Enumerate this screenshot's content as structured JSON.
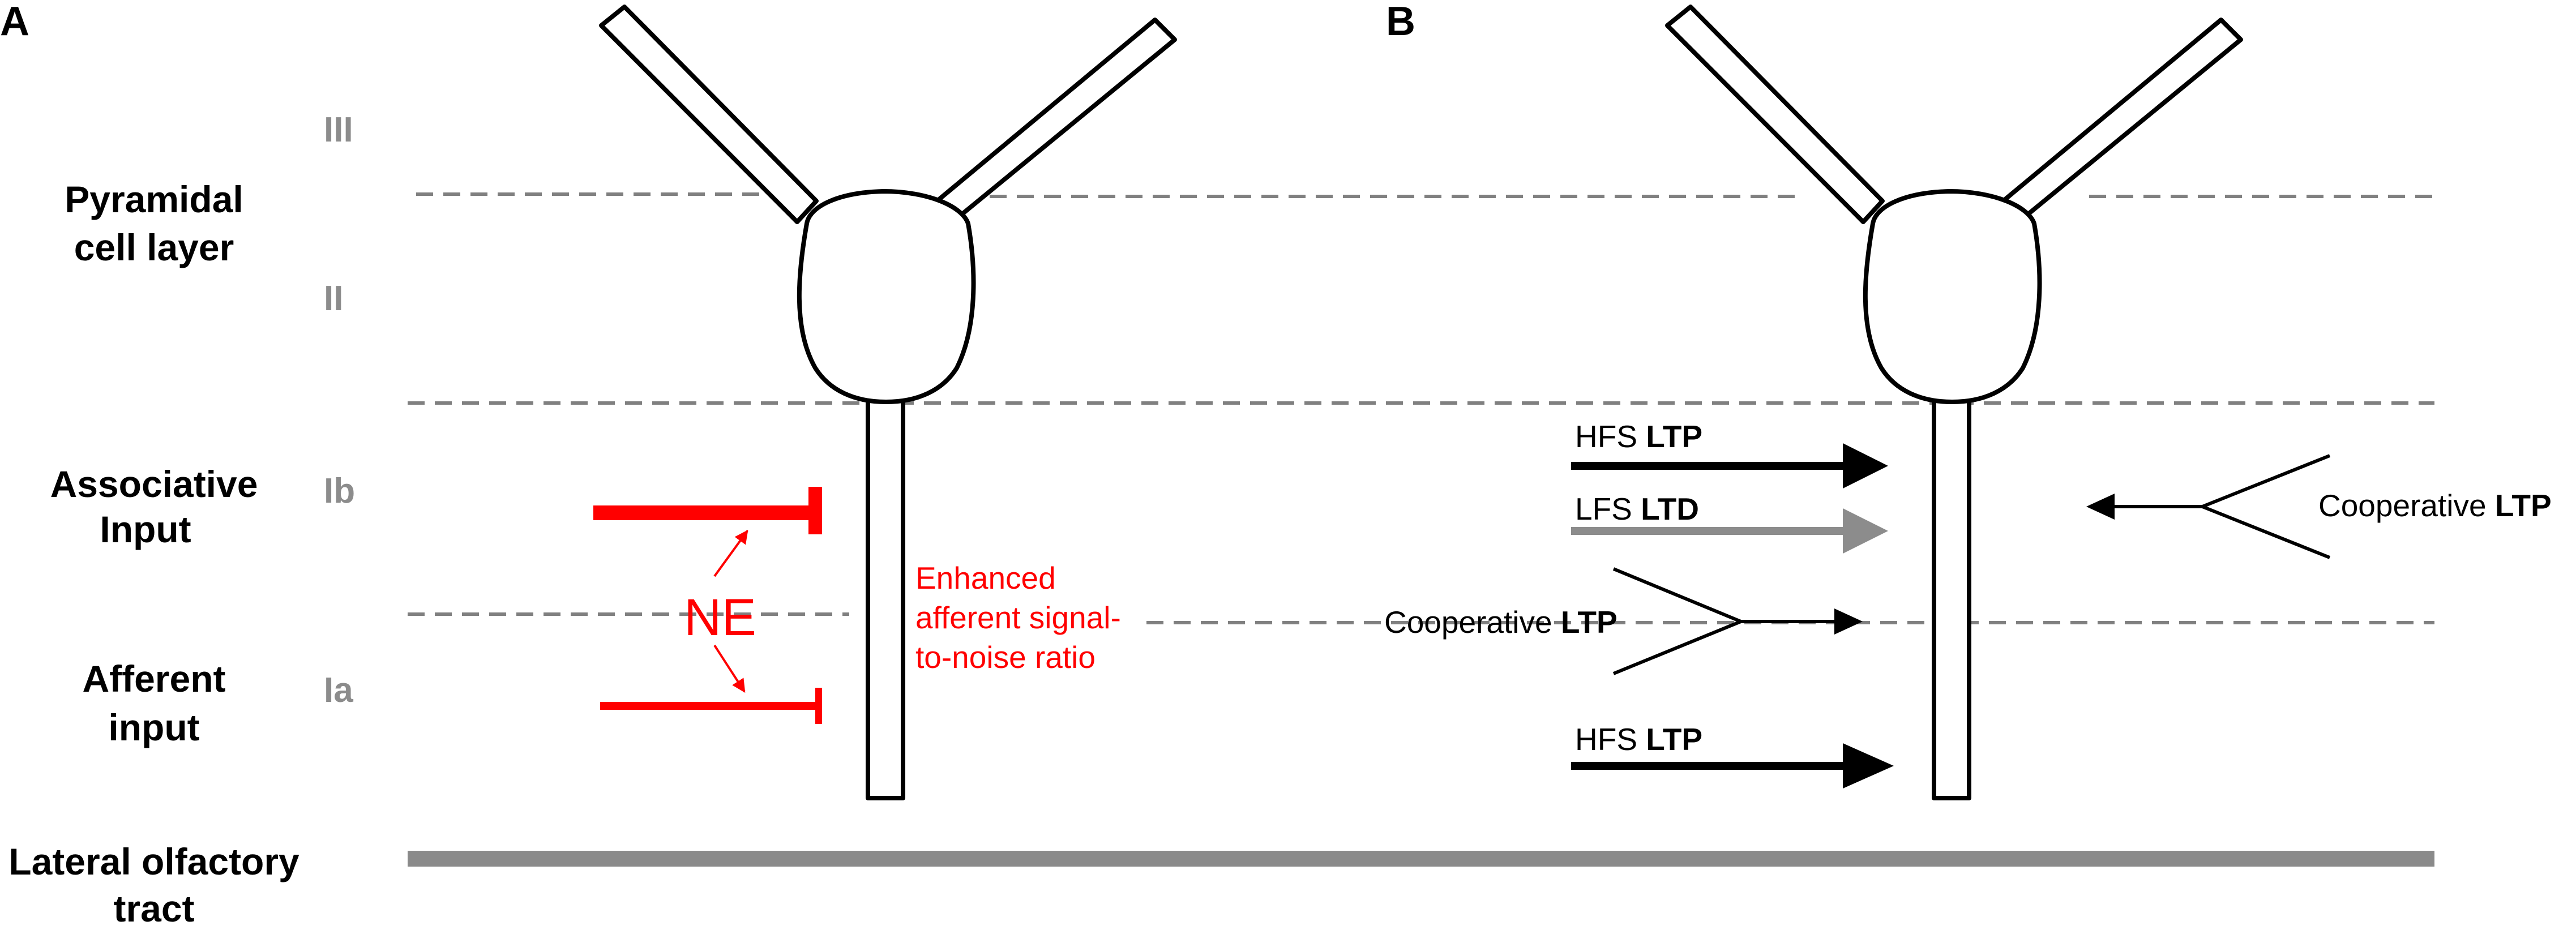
{
  "panels": {
    "a": "A",
    "b": "B"
  },
  "regions": {
    "pyramidal_line1": "Pyramidal",
    "pyramidal_line2": "cell layer",
    "associative_line1": "Associative",
    "associative_line2": "Input",
    "afferent_line1": "Afferent",
    "afferent_line2": "input",
    "lot_line1": "Lateral olfactory",
    "lot_line2": "tract"
  },
  "layers": {
    "III": "III",
    "II": "II",
    "Ib": "Ib",
    "Ia": "Ia"
  },
  "panel_a": {
    "modulator": "NE",
    "effect_line1": "Enhanced",
    "effect_line2": "afferent signal-",
    "effect_line3": "to-noise ratio"
  },
  "panel_b": {
    "hfs_top_prefix": "HFS ",
    "hfs_top_bold": "LTP",
    "lfs_prefix": "LFS ",
    "lfs_bold": "LTD",
    "coop_left_prefix": "Cooperative ",
    "coop_left_bold": "LTP",
    "coop_right_prefix": "Cooperative ",
    "coop_right_bold": "LTP",
    "hfs_bottom_prefix": "HFS ",
    "hfs_bottom_bold": "LTP"
  },
  "colors": {
    "ne_red": "#ff0000",
    "layer_gray": "#8c8c8c",
    "dash_gray": "#808080",
    "lfs_gray": "#8c8c8c",
    "tract_gray": "#8a8a8a"
  }
}
